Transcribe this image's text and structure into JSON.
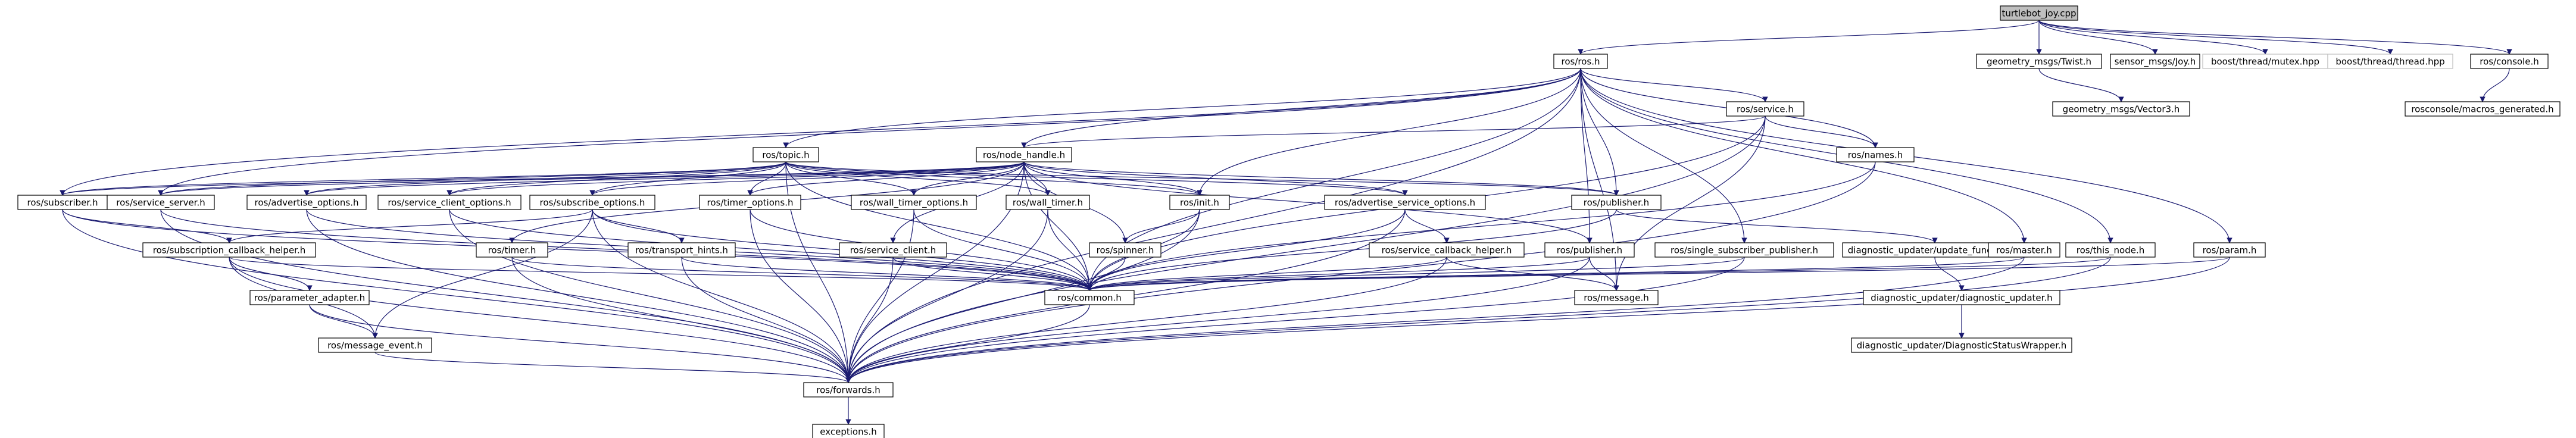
{
  "colors": {
    "edge": "#191970",
    "root_fill": "#bfbfbf",
    "external_border": "#bfbfbf",
    "node_border": "#000000"
  },
  "nodes": [
    {
      "id": "root",
      "label": "turtlebot_joy.cpp",
      "kind": "root"
    },
    {
      "id": "ros_ros",
      "label": "ros/ros.h"
    },
    {
      "id": "geom_twist",
      "label": "geometry_msgs/Twist.h"
    },
    {
      "id": "sensor_joy",
      "label": "sensor_msgs/Joy.h"
    },
    {
      "id": "boost_mutex",
      "label": "boost/thread/mutex.hpp",
      "kind": "ext"
    },
    {
      "id": "boost_thread",
      "label": "boost/thread/thread.hpp",
      "kind": "ext"
    },
    {
      "id": "ros_console",
      "label": "ros/console.h"
    },
    {
      "id": "geom_vector3",
      "label": "geometry_msgs/Vector3.h"
    },
    {
      "id": "rosconsole_macros",
      "label": "rosconsole/macros_generated.h"
    },
    {
      "id": "ros_service",
      "label": "ros/service.h"
    },
    {
      "id": "ros_topic",
      "label": "ros/topic.h"
    },
    {
      "id": "ros_node_handle",
      "label": "ros/node_handle.h"
    },
    {
      "id": "ros_names",
      "label": "ros/names.h"
    },
    {
      "id": "ros_subscriber",
      "label": "ros/subscriber.h"
    },
    {
      "id": "ros_service_server",
      "label": "ros/service_server.h"
    },
    {
      "id": "ros_advertise_options",
      "label": "ros/advertise_options.h"
    },
    {
      "id": "ros_service_client_options",
      "label": "ros/service_client_options.h"
    },
    {
      "id": "ros_subscribe_options",
      "label": "ros/subscribe_options.h"
    },
    {
      "id": "ros_timer_options",
      "label": "ros/timer_options.h"
    },
    {
      "id": "ros_wall_timer_options",
      "label": "ros/wall_timer_options.h"
    },
    {
      "id": "ros_wall_timer",
      "label": "ros/wall_timer.h"
    },
    {
      "id": "ros_init",
      "label": "ros/init.h"
    },
    {
      "id": "ros_advertise_service_options",
      "label": "ros/advertise_service_options.h"
    },
    {
      "id": "ros_publisher_h1",
      "label": "ros/publisher.h"
    },
    {
      "id": "ros_timer",
      "label": "ros/timer.h"
    },
    {
      "id": "ros_transport_hints",
      "label": "ros/transport_hints.h"
    },
    {
      "id": "ros_service_client",
      "label": "ros/service_client.h"
    },
    {
      "id": "ros_spinner",
      "label": "ros/spinner.h"
    },
    {
      "id": "ros_service_callback_helper",
      "label": "ros/service_callback_helper.h"
    },
    {
      "id": "ros_publisher_h2",
      "label": "ros/publisher.h"
    },
    {
      "id": "ros_single_subscriber_publisher",
      "label": "ros/single_subscriber_publisher.h"
    },
    {
      "id": "diag_update_functions",
      "label": "diagnostic_updater/update_functions.h"
    },
    {
      "id": "ros_master",
      "label": "ros/master.h"
    },
    {
      "id": "ros_this_node",
      "label": "ros/this_node.h"
    },
    {
      "id": "ros_param",
      "label": "ros/param.h"
    },
    {
      "id": "ros_subscription_callback_helper",
      "label": "ros/subscription_callback_helper.h"
    },
    {
      "id": "ros_parameter_adapter",
      "label": "ros/parameter_adapter.h"
    },
    {
      "id": "ros_message_event",
      "label": "ros/message_event.h"
    },
    {
      "id": "ros_common",
      "label": "ros/common.h"
    },
    {
      "id": "ros_message",
      "label": "ros/message.h"
    },
    {
      "id": "diag_updater",
      "label": "diagnostic_updater/diagnostic_updater.h"
    },
    {
      "id": "diag_status_wrapper",
      "label": "diagnostic_updater/DiagnosticStatusWrapper.h"
    },
    {
      "id": "ros_forwards",
      "label": "ros/forwards.h"
    },
    {
      "id": "exceptions",
      "label": "exceptions.h"
    }
  ],
  "edges": [
    [
      "root",
      "ros_ros"
    ],
    [
      "root",
      "geom_twist"
    ],
    [
      "root",
      "sensor_joy"
    ],
    [
      "root",
      "boost_mutex"
    ],
    [
      "root",
      "boost_thread"
    ],
    [
      "root",
      "ros_console"
    ],
    [
      "geom_twist",
      "geom_vector3"
    ],
    [
      "ros_console",
      "rosconsole_macros"
    ],
    [
      "ros_ros",
      "ros_service"
    ],
    [
      "ros_ros",
      "ros_topic"
    ],
    [
      "ros_ros",
      "ros_node_handle"
    ],
    [
      "ros_ros",
      "ros_names"
    ],
    [
      "ros_ros",
      "ros_subscriber"
    ],
    [
      "ros_ros",
      "ros_service_server"
    ],
    [
      "ros_ros",
      "ros_init"
    ],
    [
      "ros_ros",
      "ros_publisher_h2"
    ],
    [
      "ros_ros",
      "ros_publisher_h1"
    ],
    [
      "ros_ros",
      "ros_single_subscriber_publisher"
    ],
    [
      "ros_ros",
      "ros_master"
    ],
    [
      "ros_ros",
      "ros_this_node"
    ],
    [
      "ros_ros",
      "ros_param"
    ],
    [
      "ros_ros",
      "ros_common"
    ],
    [
      "ros_ros",
      "ros_message"
    ],
    [
      "ros_ros",
      "ros_forwards"
    ],
    [
      "ros_service",
      "ros_names"
    ],
    [
      "ros_service",
      "ros_node_handle"
    ],
    [
      "ros_service",
      "ros_common"
    ],
    [
      "ros_service",
      "ros_forwards"
    ],
    [
      "ros_service",
      "ros_message"
    ],
    [
      "ros_names",
      "ros_common"
    ],
    [
      "ros_names",
      "ros_forwards"
    ],
    [
      "ros_topic",
      "ros_subscriber"
    ],
    [
      "ros_topic",
      "ros_service_server"
    ],
    [
      "ros_topic",
      "ros_advertise_options"
    ],
    [
      "ros_topic",
      "ros_service_client_options"
    ],
    [
      "ros_topic",
      "ros_subscribe_options"
    ],
    [
      "ros_topic",
      "ros_timer_options"
    ],
    [
      "ros_topic",
      "ros_wall_timer_options"
    ],
    [
      "ros_topic",
      "ros_wall_timer"
    ],
    [
      "ros_topic",
      "ros_init"
    ],
    [
      "ros_topic",
      "ros_advertise_service_options"
    ],
    [
      "ros_topic",
      "ros_publisher_h1"
    ],
    [
      "ros_topic",
      "ros_common"
    ],
    [
      "ros_topic",
      "ros_forwards"
    ],
    [
      "ros_node_handle",
      "ros_subscriber"
    ],
    [
      "ros_node_handle",
      "ros_service_server"
    ],
    [
      "ros_node_handle",
      "ros_advertise_options"
    ],
    [
      "ros_node_handle",
      "ros_service_client_options"
    ],
    [
      "ros_node_handle",
      "ros_subscribe_options"
    ],
    [
      "ros_node_handle",
      "ros_timer_options"
    ],
    [
      "ros_node_handle",
      "ros_wall_timer_options"
    ],
    [
      "ros_node_handle",
      "ros_wall_timer"
    ],
    [
      "ros_node_handle",
      "ros_init"
    ],
    [
      "ros_node_handle",
      "ros_advertise_service_options"
    ],
    [
      "ros_node_handle",
      "ros_publisher_h1"
    ],
    [
      "ros_node_handle",
      "ros_publisher_h2"
    ],
    [
      "ros_node_handle",
      "ros_timer"
    ],
    [
      "ros_node_handle",
      "ros_service_client"
    ],
    [
      "ros_node_handle",
      "ros_spinner"
    ],
    [
      "ros_node_handle",
      "ros_common"
    ],
    [
      "ros_node_handle",
      "ros_forwards"
    ],
    [
      "ros_subscriber",
      "ros_common"
    ],
    [
      "ros_subscriber",
      "ros_forwards"
    ],
    [
      "ros_subscriber",
      "ros_subscription_callback_helper"
    ],
    [
      "ros_service_server",
      "ros_common"
    ],
    [
      "ros_service_server",
      "ros_forwards"
    ],
    [
      "ros_advertise_options",
      "ros_common"
    ],
    [
      "ros_advertise_options",
      "ros_forwards"
    ],
    [
      "ros_service_client_options",
      "ros_common"
    ],
    [
      "ros_service_client_options",
      "ros_forwards"
    ],
    [
      "ros_subscribe_options",
      "ros_transport_hints"
    ],
    [
      "ros_subscribe_options",
      "ros_subscription_callback_helper"
    ],
    [
      "ros_subscribe_options",
      "ros_message_event"
    ],
    [
      "ros_subscribe_options",
      "ros_common"
    ],
    [
      "ros_subscribe_options",
      "ros_forwards"
    ],
    [
      "ros_timer_options",
      "ros_common"
    ],
    [
      "ros_timer_options",
      "ros_forwards"
    ],
    [
      "ros_wall_timer_options",
      "ros_common"
    ],
    [
      "ros_wall_timer_options",
      "ros_forwards"
    ],
    [
      "ros_wall_timer",
      "ros_common"
    ],
    [
      "ros_wall_timer",
      "ros_forwards"
    ],
    [
      "ros_init",
      "ros_spinner"
    ],
    [
      "ros_init",
      "ros_common"
    ],
    [
      "ros_init",
      "ros_forwards"
    ],
    [
      "ros_advertise_service_options",
      "ros_service_callback_helper"
    ],
    [
      "ros_advertise_service_options",
      "ros_common"
    ],
    [
      "ros_advertise_service_options",
      "ros_forwards"
    ],
    [
      "ros_publisher_h1",
      "diag_update_functions"
    ],
    [
      "ros_publisher_h1",
      "ros_common"
    ],
    [
      "ros_timer",
      "ros_common"
    ],
    [
      "ros_timer",
      "ros_forwards"
    ],
    [
      "ros_transport_hints",
      "ros_common"
    ],
    [
      "ros_transport_hints",
      "ros_forwards"
    ],
    [
      "ros_service_client",
      "ros_common"
    ],
    [
      "ros_service_client",
      "ros_forwards"
    ],
    [
      "ros_spinner",
      "ros_common"
    ],
    [
      "ros_service_callback_helper",
      "ros_common"
    ],
    [
      "ros_service_callback_helper",
      "ros_forwards"
    ],
    [
      "ros_service_callback_helper",
      "ros_message"
    ],
    [
      "ros_publisher_h2",
      "ros_common"
    ],
    [
      "ros_publisher_h2",
      "ros_message"
    ],
    [
      "ros_publisher_h2",
      "ros_forwards"
    ],
    [
      "ros_single_subscriber_publisher",
      "ros_common"
    ],
    [
      "ros_single_subscriber_publisher",
      "ros_forwards"
    ],
    [
      "diag_update_functions",
      "diag_updater"
    ],
    [
      "diag_updater",
      "diag_status_wrapper"
    ],
    [
      "ros_master",
      "ros_common"
    ],
    [
      "ros_master",
      "ros_forwards"
    ],
    [
      "ros_this_node",
      "ros_common"
    ],
    [
      "ros_this_node",
      "ros_forwards"
    ],
    [
      "ros_param",
      "ros_common"
    ],
    [
      "ros_param",
      "ros_forwards"
    ],
    [
      "ros_subscription_callback_helper",
      "ros_parameter_adapter"
    ],
    [
      "ros_subscription_callback_helper",
      "ros_message_event"
    ],
    [
      "ros_subscription_callback_helper",
      "ros_common"
    ],
    [
      "ros_subscription_callback_helper",
      "ros_forwards"
    ],
    [
      "ros_parameter_adapter",
      "ros_message_event"
    ],
    [
      "ros_parameter_adapter",
      "ros_forwards"
    ],
    [
      "ros_message_event",
      "ros_forwards"
    ],
    [
      "ros_common",
      "ros_forwards"
    ],
    [
      "ros_forwards",
      "exceptions"
    ]
  ]
}
